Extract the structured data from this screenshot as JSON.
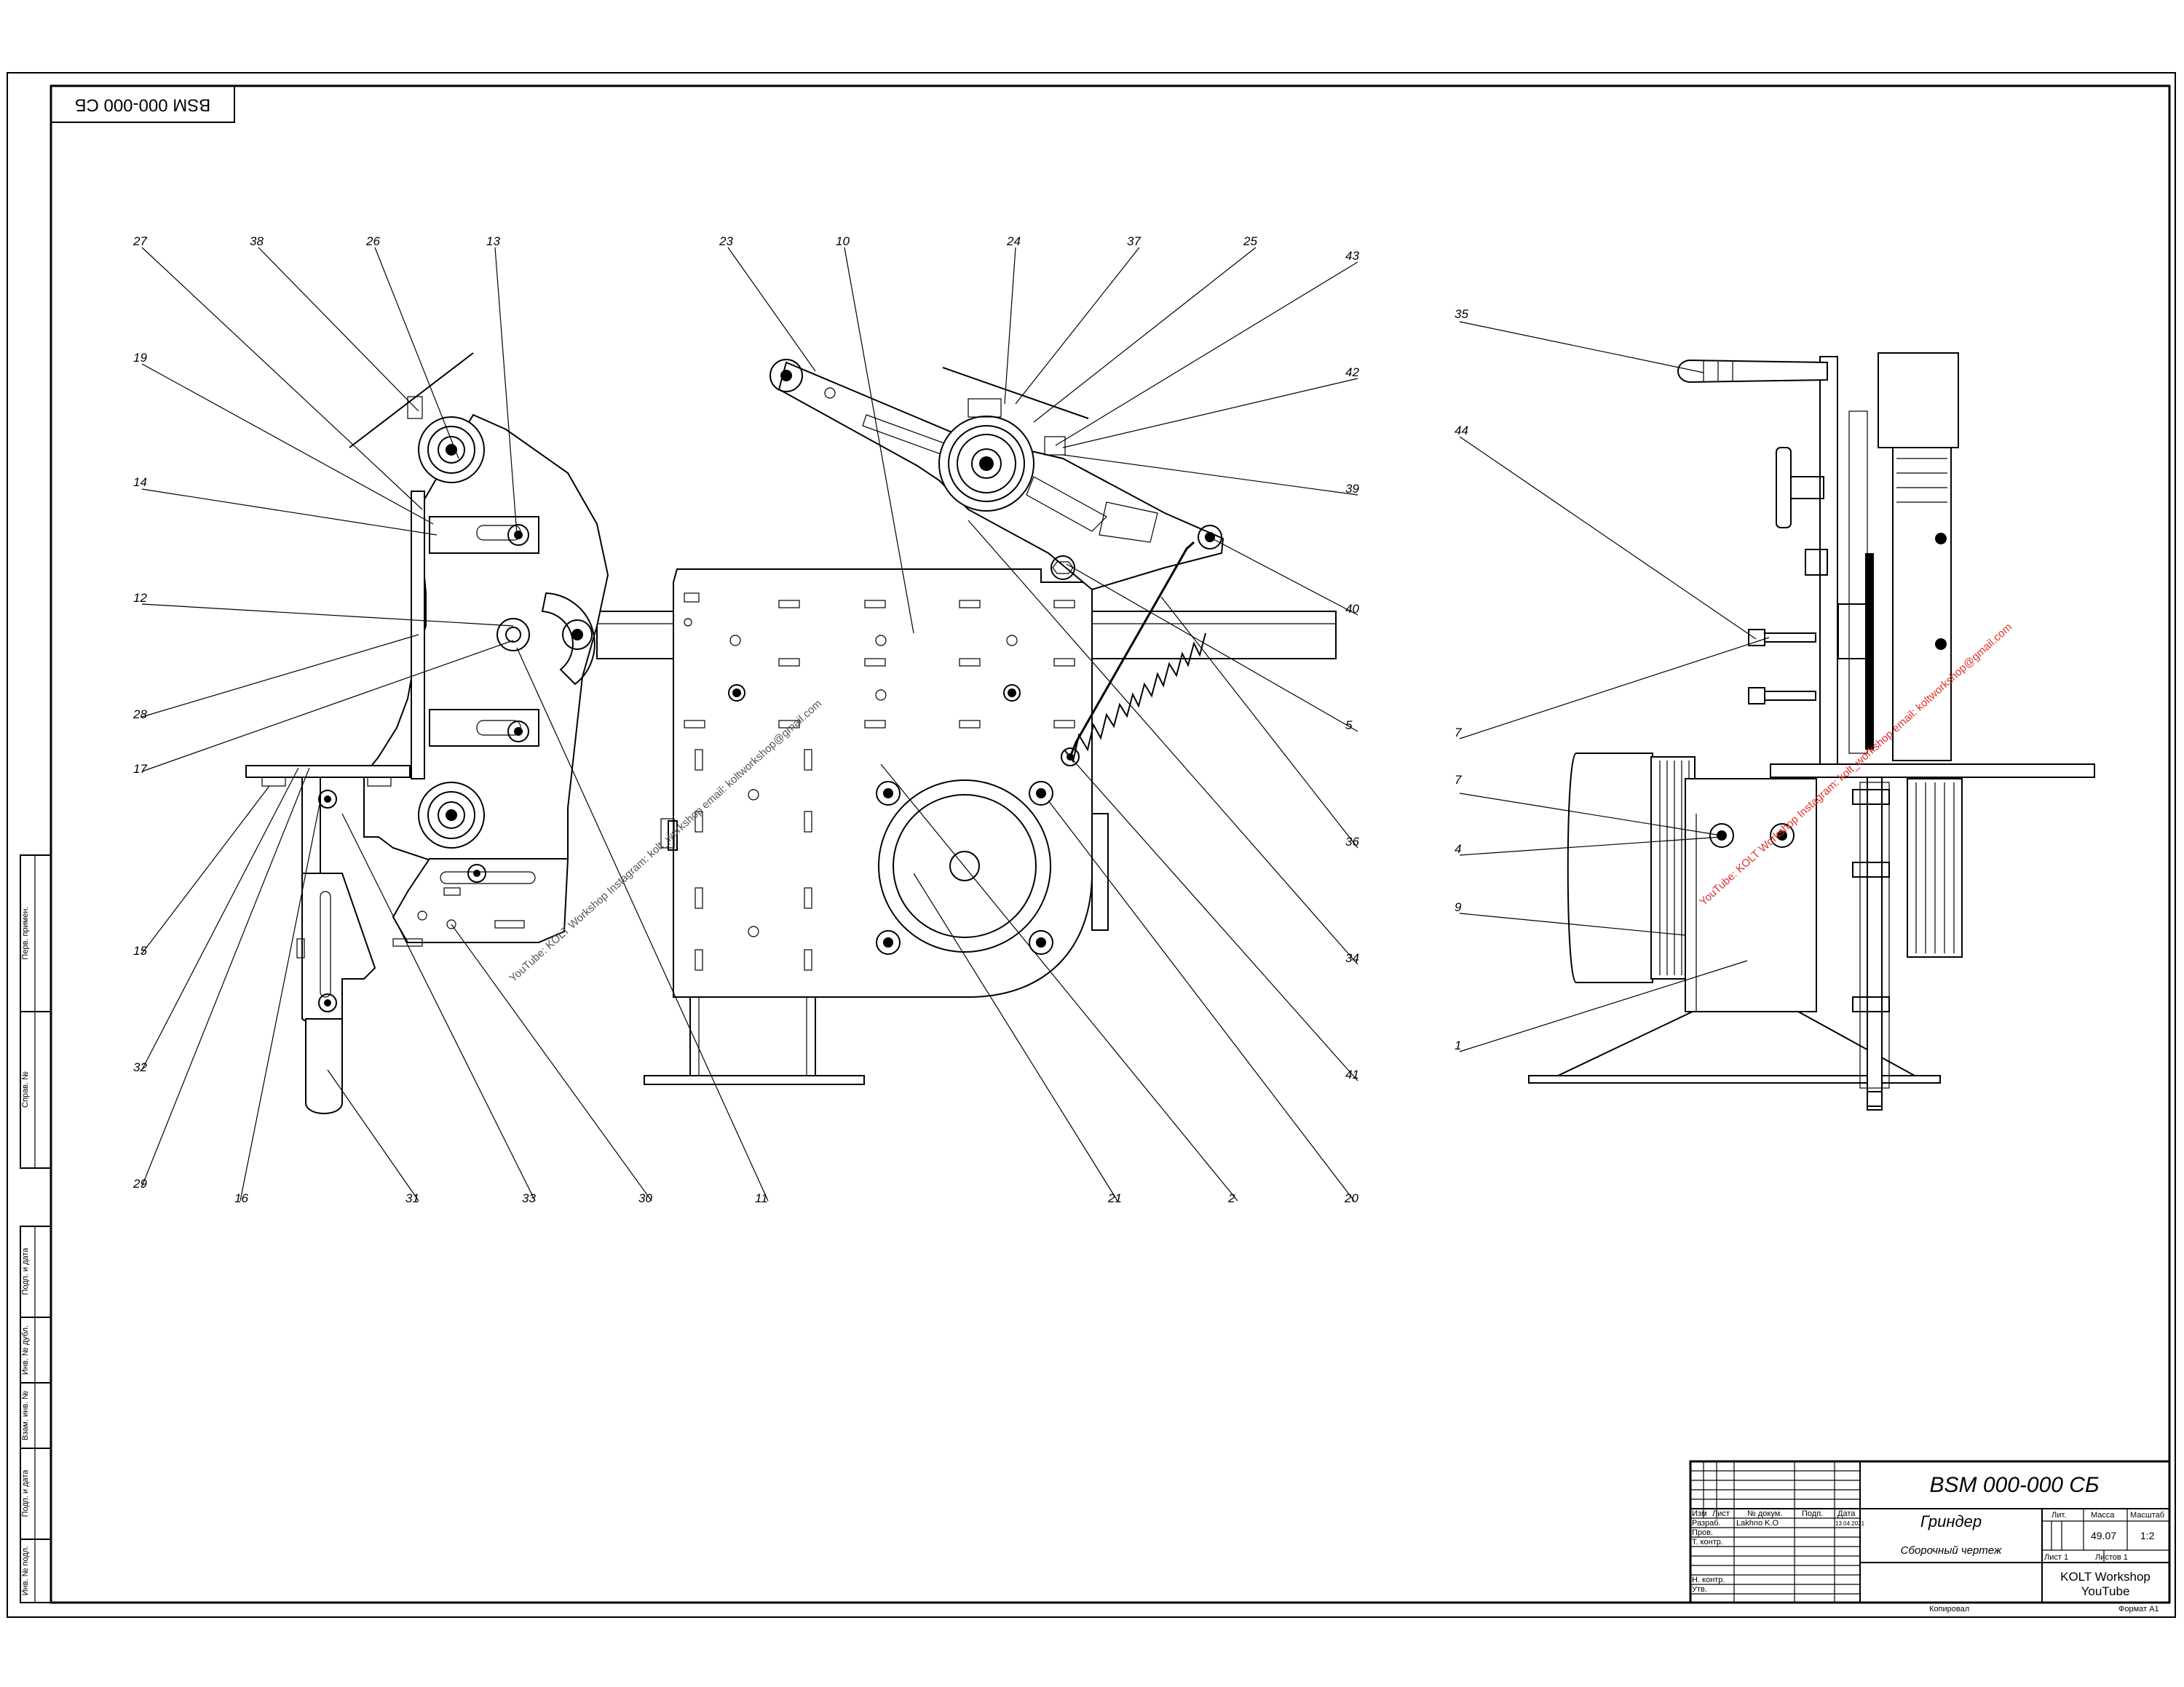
{
  "stamp_top": "BSM 000-000 СБ",
  "side_columns": [
    "Перв. примен.",
    "Справ. №",
    "Подп. и дата",
    "Инв. № дубл.",
    "Взам. инв. №",
    "Подп. и дата",
    "Инв. № подл."
  ],
  "part_labels_top": [
    "27",
    "38",
    "26",
    "13",
    "23",
    "10",
    "24",
    "37",
    "25",
    "43"
  ],
  "part_labels_left": [
    "19",
    "14",
    "12",
    "28",
    "17",
    "15",
    "32",
    "29"
  ],
  "part_labels_bottom": [
    "16",
    "31",
    "33",
    "30",
    "11",
    "21",
    "2",
    "20"
  ],
  "part_labels_right_front": [
    "42",
    "39",
    "40",
    "5",
    "36",
    "34",
    "41"
  ],
  "part_labels_side": [
    "35",
    "44",
    "7",
    "7",
    "4",
    "9",
    "1"
  ],
  "watermark_front": "YouTube: KOLT Workshop  Instagram: kolt_workshop  email: koltworkshop@gmail.com",
  "watermark_side": "YouTube: KOLT Workshop  Instagram: kolt_workshop  email: koltworkshop@gmail.com",
  "title_block": {
    "designation": "BSM 000-000 СБ",
    "name": "Гриндер",
    "doc_type": "Сборочный чертеж",
    "org_line1": "KOLT Workshop",
    "org_line2": "YouTube",
    "h_izm": "Изм",
    "h_list": "Лист",
    "h_doc": "№ докум.",
    "h_sign": "Подп.",
    "h_date": "Дата",
    "r_razrab": "Разраб.",
    "r_razrab_name": "Lakhno K.O",
    "r_razrab_date": "13.04.2021",
    "r_prov": "Пров.",
    "r_tkontr": "Т. контр.",
    "r_nkontr": "Н. контр.",
    "r_utv": "Утв.",
    "h_lit": "Лит.",
    "h_mass": "Масса",
    "h_scale": "Масштаб",
    "mass": "49.07",
    "scale": "1:2",
    "sheet": "Лист 1",
    "sheets": "Листов 1",
    "copied": "Копировал",
    "format": "Формат А1"
  }
}
